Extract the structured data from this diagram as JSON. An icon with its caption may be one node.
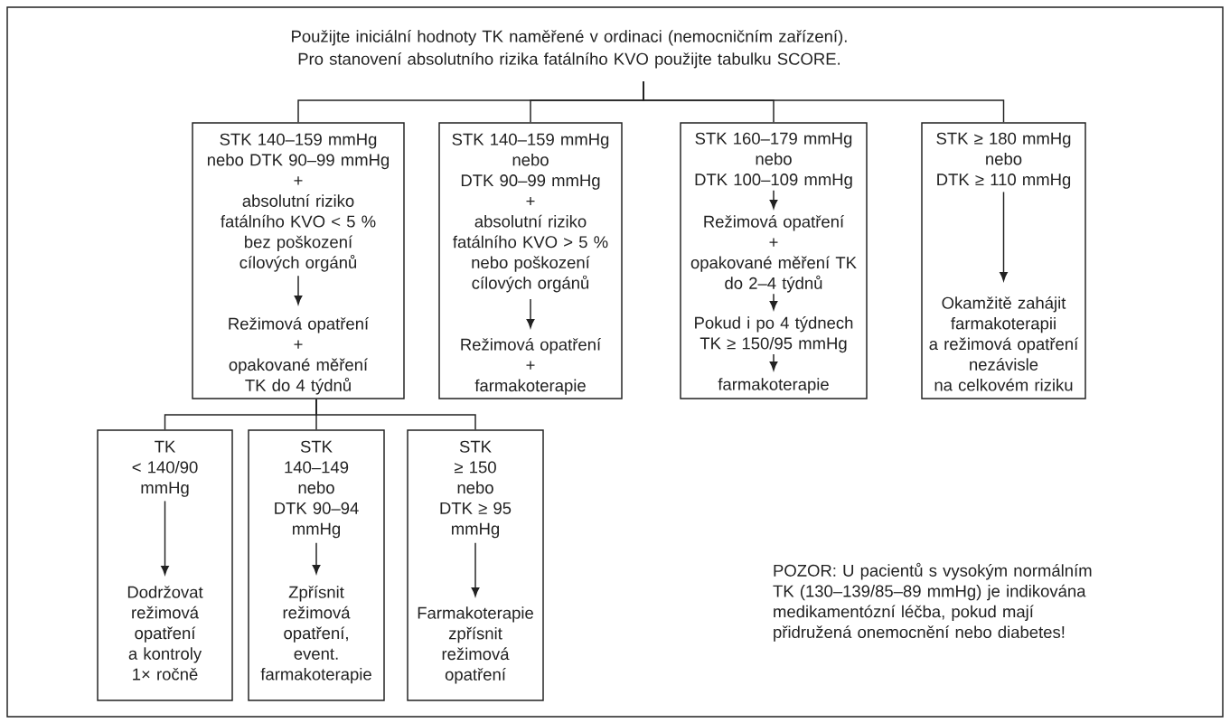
{
  "diagram": {
    "nodes": [
      {
        "text": [
          "Použijte iniciální hodnoty TK naměřené v ordinaci (nemocničním zařízení). Pro stanovení absolutního rizika fatálního KVO použijte tabulku SCORE."
        ]
      },
      {
        "text": [],
        "shape": "box"
      },
      {
        "text": [
          "STK 140–159 mmHg nebo DTK 90–99 mmHg",
          "+",
          "absolutní riziko fatálního KVO < 5 % bez poškození cílových orgánů"
        ],
        "in": 1
      },
      {
        "text": [
          "Režimová opatření",
          "+",
          "opakované měření TK do 4 týdnů"
        ],
        "in": 1
      },
      {
        "text": [],
        "shape": "box"
      },
      {
        "text": [
          "STK 140–159 mmHg nebo DTK 90–99 mmHg",
          "+",
          "absolutní riziko fatálního KVO > 5 % nebo poškození cílových orgánů"
        ],
        "in": 4
      },
      {
        "text": [
          "Režimová opatření",
          "+",
          "farmakoterapie"
        ],
        "in": 4
      },
      {
        "text": [],
        "shape": "box"
      },
      {
        "text": [
          "STK 160–179 mmHg nebo DTK 100–109 mmHg"
        ],
        "in": 7
      },
      {
        "text": [
          "Režimová opatření",
          "+",
          "opakované měření TK do 2–4 týdnů"
        ],
        "in": 7
      },
      {
        "text": [
          "Pokud i po 4 týdnech TK ≥ 150/95 mmHg"
        ],
        "in": 7
      },
      {
        "text": [
          "farmakoterapie"
        ],
        "in": 7
      },
      {
        "text": [],
        "shape": "box"
      },
      {
        "text": [
          "STK ≥ 180 mmHg nebo DTK ≥ 110 mmHg"
        ],
        "in": 12
      },
      {
        "text": [
          "Okamžitě zahájit farmakoterapii a režimová opatření nezávisle na celkovém riziku"
        ],
        "in": 12
      },
      {
        "text": [],
        "shape": "box"
      },
      {
        "text": [
          "TK < 140/90 mmHg"
        ],
        "in": 15
      },
      {
        "text": [
          "Dodržovat režimová opatření a kontroly 1× ročně"
        ],
        "in": 15
      },
      {
        "text": [],
        "shape": "box"
      },
      {
        "text": [
          "STK 140–149 nebo DTK 90–94 mmHg"
        ],
        "in": 18
      },
      {
        "text": [
          "Zpřísnit režimová opatření, event. farmakoterapie"
        ],
        "in": 18
      },
      {
        "text": [],
        "shape": "box"
      },
      {
        "text": [
          "STK ≥ 150 nebo DTK ≥ 95 mmHg"
        ],
        "in": 21
      },
      {
        "text": [
          "Farmakoterapie zpřísnit režimová opatření"
        ],
        "in": 21
      }
    ],
    "edges": [
      {
        "from": 0,
        "to": 1,
        "arrow": "none"
      },
      {
        "from": 0,
        "to": 4,
        "arrow": "none"
      },
      {
        "from": 0,
        "to": 7,
        "arrow": "none"
      },
      {
        "from": 0,
        "to": 12,
        "arrow": "none"
      },
      {
        "from": 2,
        "to": 3,
        "arrow": "to"
      },
      {
        "from": 5,
        "to": 6,
        "arrow": "to"
      },
      {
        "from": 8,
        "to": 9,
        "arrow": "to"
      },
      {
        "from": 9,
        "to": 10,
        "arrow": "to"
      },
      {
        "from": 10,
        "to": 11,
        "arrow": "to"
      },
      {
        "from": 13,
        "to": 14,
        "arrow": "to"
      },
      {
        "from": 1,
        "to": 15,
        "arrow": "none"
      },
      {
        "from": 1,
        "to": 18,
        "arrow": "none"
      },
      {
        "from": 1,
        "to": 21,
        "arrow": "none"
      },
      {
        "from": 16,
        "to": 17,
        "arrow": "to"
      },
      {
        "from": 19,
        "to": 20,
        "arrow": "to"
      },
      {
        "from": 22,
        "to": 23,
        "arrow": "to"
      }
    ],
    "labels": [
      "POZOR: U pacientů s vysokým normálním TK (130–139/85–89 mmHg) je indikována medikamentózní léčba, pokud mají přidružená onemocnění nebo diabetes!"
    ]
  }
}
